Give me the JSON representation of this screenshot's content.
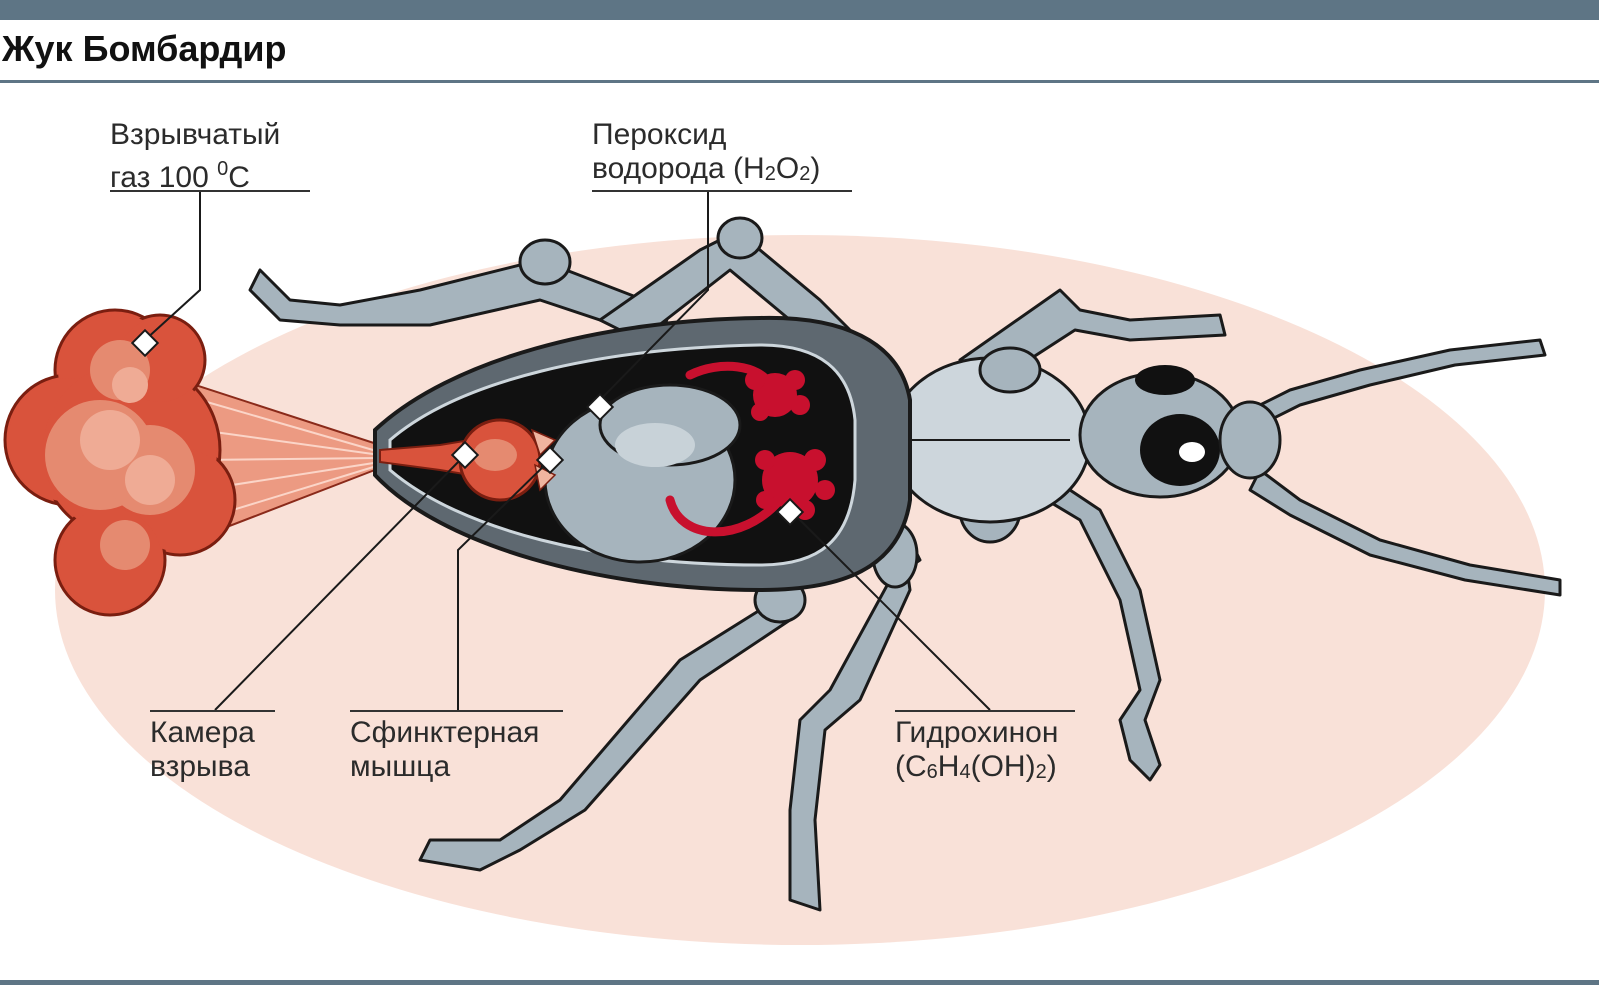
{
  "title": "Жук Бомбардир",
  "colors": {
    "frame": "#5e7585",
    "background_oval": "#f9e1d8",
    "gas_cloud": "#d9533c",
    "body_gray": "#a6b4bd",
    "shell_dark": "#5e6870",
    "gland_red": "#c8102e"
  },
  "labels": {
    "gas": {
      "line1": "Взрывчатый",
      "line2_main": "газ 100 ",
      "line2_sup": "0",
      "line2_unit": "С"
    },
    "peroxide": {
      "line1": "Пероксид",
      "line2_main": "водорода  (H",
      "sub1": "2",
      "mid": "O",
      "sub2": "2",
      "end": ")"
    },
    "chamber": {
      "line1": "Камера",
      "line2": "взрыва"
    },
    "sphincter": {
      "line1": "Сфинктерная",
      "line2": "мышца"
    },
    "hydroquinone": {
      "line1": "Гидрохинон",
      "p1": "(С",
      "s1": "6",
      "p2": "H",
      "s2": "4",
      "p3": "(OH)",
      "s3": "2",
      "p4": ")"
    }
  }
}
